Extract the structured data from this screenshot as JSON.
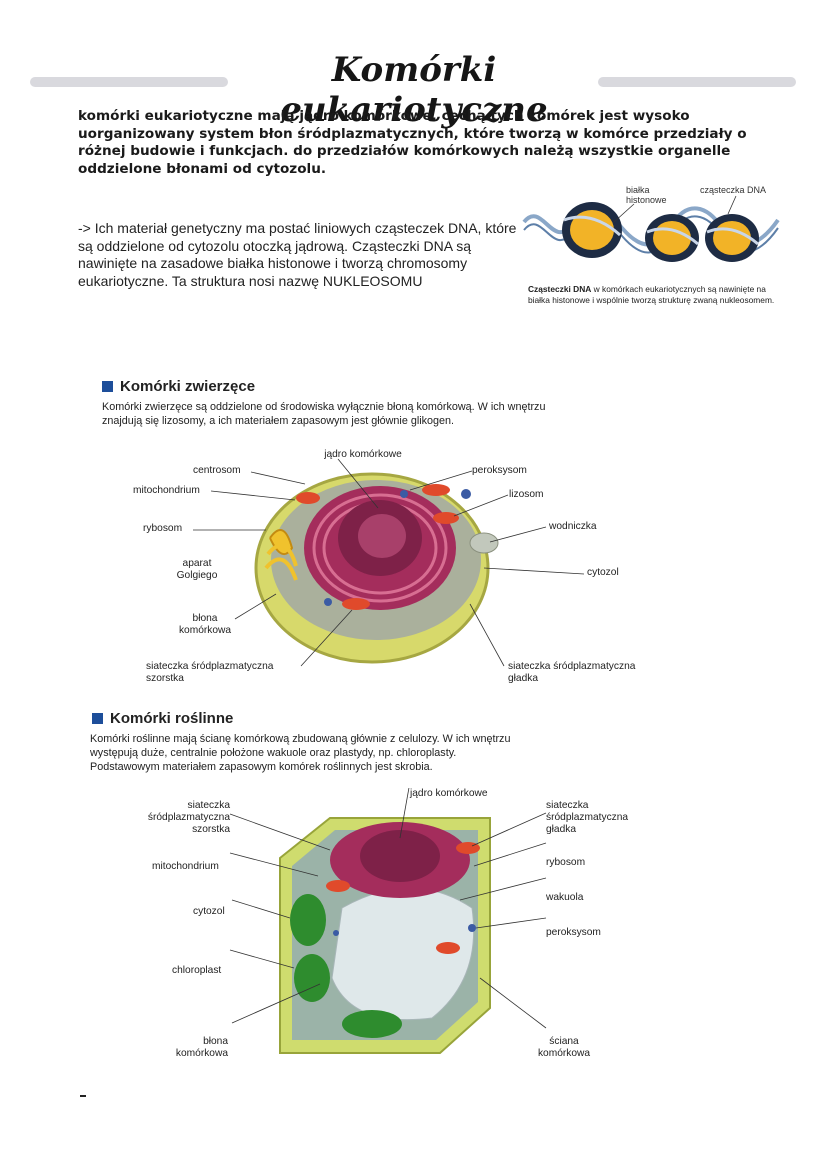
{
  "title": "Komórki eukariotyczne",
  "intro": "komórki eukariotyczne mają jądro komórkowe. cechą tych komórek jest wysoko uorganizowany system błon śródplazmatycznych, które tworzą w komórce przedziały o różnej budowie i funkcjach. do przedziałów komórkowych należą wszystkie organelle oddzielone błonami od cytozolu.",
  "note": "-> Ich materiał genetyczny ma postać liniowych cząsteczek DNA, które są oddzielone od cytozolu otoczką jądrową. Cząsteczki DNA są nawinięte na zasadowe białka histonowe i tworzą chromosomy eukariotyczne. Ta struktura nosi nazwę NUKLEOSOMU",
  "nucleosome_figure": {
    "label_histones": "białka\nhistonowe",
    "label_dna": "cząsteczka DNA",
    "caption_bold": "Cząsteczki DNA",
    "caption_rest": " w komórkach eukariotycznych są nawinięte na białka histonowe i wspólnie tworzą strukturę zwaną nukleosomem."
  },
  "animal_section": {
    "heading": "Komórki zwierzęce",
    "text": "Komórki zwierzęce są oddzielone od środowiska wyłącznie błoną komórkową. W ich wnętrzu znajdują się lizosomy, a ich materiałem zapasowym jest głównie glikogen.",
    "labels": {
      "nucleus": "jądro komórkowe",
      "centrosome": "centrosom",
      "peroxisome": "peroksysom",
      "mitochondrion": "mitochondrium",
      "lysosome": "lizosom",
      "ribosome": "rybosom",
      "vacuole": "wodniczka",
      "golgi": "aparat\nGolgiego",
      "cytosol": "cytozol",
      "membrane": "błona\nkomórkowa",
      "rough_er": "siateczka śródplazmatyczna\nszorstka",
      "smooth_er": "siateczka śródplazmatyczna\ngładka"
    }
  },
  "plant_section": {
    "heading": "Komórki roślinne",
    "text": "Komórki roślinne mają ścianę komórkową zbudowaną głównie z celulozy. W ich wnętrzu występują duże, centralnie położone wakuole oraz plastydy, np. chloroplasty. Podstawowym materiałem zapasowym komórek roślinnych jest skrobia.",
    "labels": {
      "nucleus": "jądro komórkowe",
      "rough_er": "siateczka\nśródplazmatyczna\nszorstka",
      "smooth_er": "siateczka\nśródplazmatyczna\ngładka",
      "mitochondrion": "mitochondrium",
      "ribosome": "rybosom",
      "vacuole": "wakuola",
      "cytosol": "cytozol",
      "peroxisome": "peroksysom",
      "chloroplast": "chloroplast",
      "membrane": "błona\nkomórkowa",
      "wall": "ściana\nkomórkowa"
    }
  }
}
